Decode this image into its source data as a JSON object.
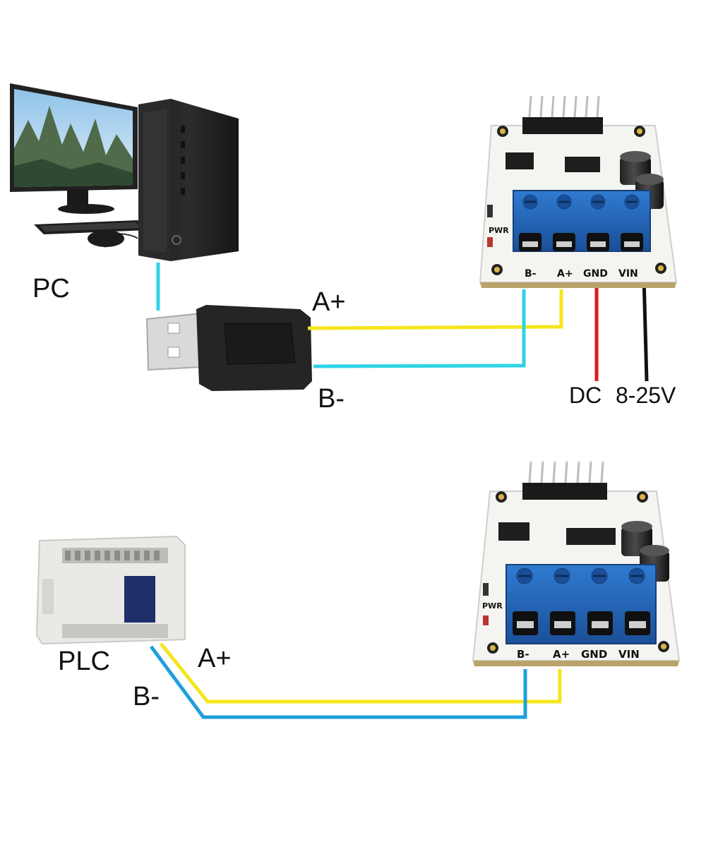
{
  "top": {
    "pc_label": "PC",
    "a_plus_label": "A+",
    "b_minus_label": "B-",
    "dc_label": "DC",
    "voltage_label": "8-25V",
    "module": {
      "terminal_labels": [
        "B-",
        "A+",
        "GND",
        "VIN"
      ],
      "pwr_label": "PWR"
    }
  },
  "bottom": {
    "plc_label": "PLC",
    "a_plus_label": "A+",
    "b_minus_label": "B-",
    "module": {
      "terminal_labels": [
        "B-",
        "A+",
        "GND",
        "VIN"
      ],
      "pwr_label": "PWR"
    }
  },
  "colors": {
    "wire_a": "#f5e61c",
    "wire_b_top": "#2fd3e6",
    "wire_b_bottom": "#1f9fdc",
    "wire_gnd": "#e01b1b",
    "wire_vin": "#111111",
    "terminal_blue": "#1f5fae",
    "pcb_white": "#f4f4f1"
  }
}
